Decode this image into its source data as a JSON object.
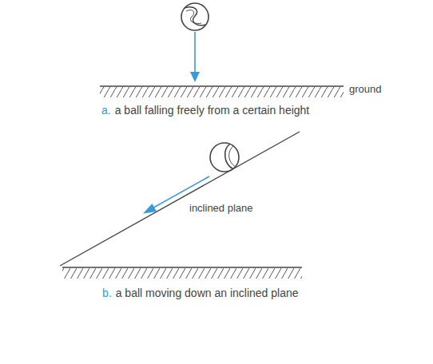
{
  "diagram": {
    "labels": [
      "ground",
      "a.",
      "a ball falling freely from a certain height",
      "inclined plane",
      "b.",
      "a ball moving down an inclined plane"
    ]
  }
}
